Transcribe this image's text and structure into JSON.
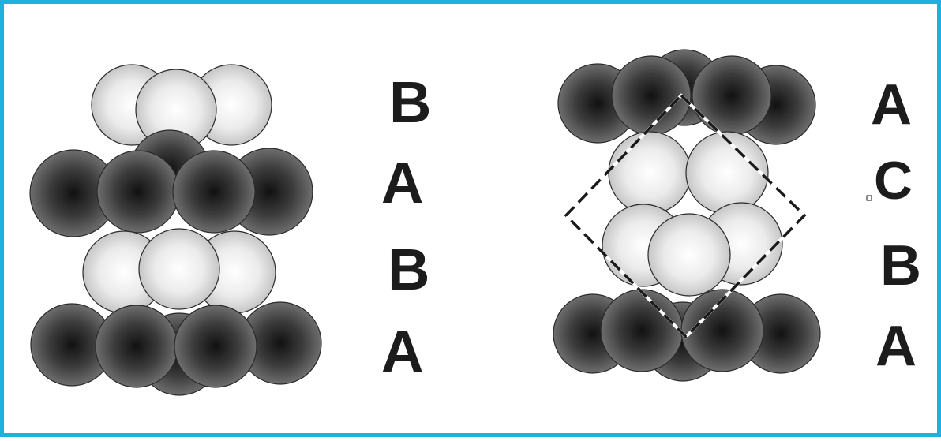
{
  "colors": {
    "border": "#1fb0de",
    "dark_atom": "#3a3a3a",
    "light_atom": "#f4f4f4",
    "outline": "#2a2a2a",
    "label": "#1c1c1c"
  },
  "hcp": {
    "stacking_labels": [
      "B",
      "A",
      "B",
      "A"
    ]
  },
  "fcc": {
    "stacking_labels": [
      "A",
      "C",
      "B",
      "A"
    ],
    "unit_cell_outline": "dashed-diamond"
  }
}
